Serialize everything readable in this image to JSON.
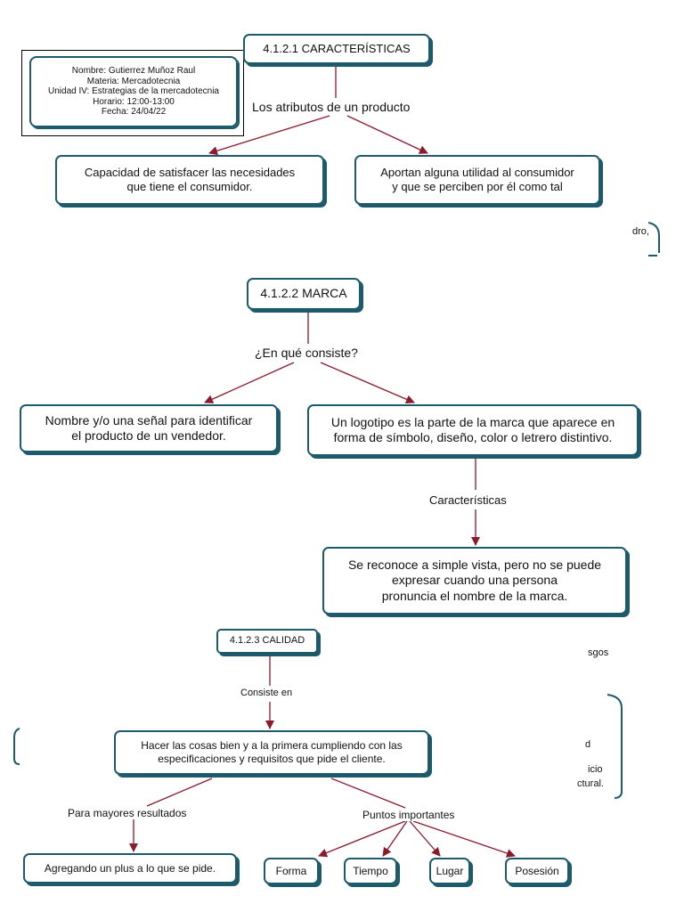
{
  "info_card": {
    "name": "Nombre: Gutierrez Muñoz Raul",
    "subject": "Materia: Mercadotecnia",
    "unit": "Unidad IV: Estrategias de la mercadotecnia",
    "schedule": "Horario: 12:00-13:00",
    "date": "Fecha: 24/04/22"
  },
  "characteristics": {
    "title": "4.1.2.1 CARACTERÍSTICAS",
    "link": "Los atributos de un producto",
    "left": "Capacidad  de  satisfacer las  necesidades\nque  tiene  el consumidor.",
    "right": "Aportan alguna utilidad al consumidor\ny que se perciben por él como tal"
  },
  "brand": {
    "title": "4.1.2.2 MARCA",
    "link": "¿En qué consiste?",
    "left": "Nombre y/o una señal para identificar\nel producto de un vendedor.",
    "right": "Un logotipo es la parte de la marca que aparece en\nforma de símbolo, diseño, color o letrero distintivo.",
    "link2": "Características",
    "detail": "Se reconoce a simple vista, pero no se puede\nexpresar cuando una persona\npronuncia el nombre de la marca."
  },
  "quality": {
    "title": "4.1.2.3 CALIDAD",
    "link": "Consiste en",
    "main": "Hacer las cosas bien y a la primera cumpliendo con las\nespecificaciones y requisitos que pide el cliente.",
    "link_left": "Para mayores resultados",
    "left": "Agregando un plus a lo que se pide.",
    "link_right": "Puntos importantes",
    "points": [
      "Forma",
      "Tiempo",
      "Lugar",
      "Posesión"
    ]
  },
  "fragments": {
    "f1": "dro,",
    "f2": "sgos",
    "f3": "d",
    "f4": "icio",
    "f5": "ctural."
  }
}
